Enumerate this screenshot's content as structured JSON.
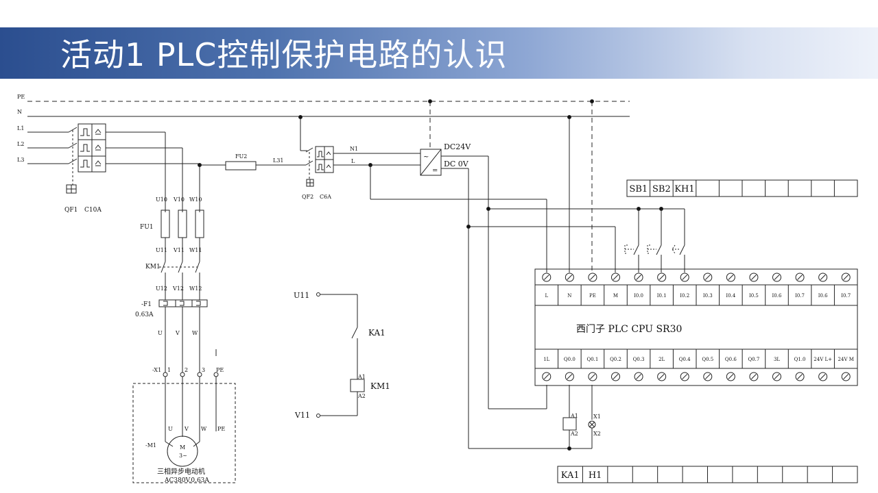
{
  "title": "活动1 PLC控制保护电路的认识",
  "lines": {
    "pe": "PE",
    "n": "N",
    "l1": "L1",
    "l2": "L2",
    "l3": "L3"
  },
  "qf1": {
    "name": "QF1",
    "rating": "C10A"
  },
  "fu1": "FU1",
  "fu2": "FU2",
  "l31": "L31",
  "km1": "KM1",
  "f1": {
    "name": "-F1",
    "rating": "0.63A"
  },
  "terms_u10": [
    "U10",
    "V10",
    "W10"
  ],
  "terms_u11": [
    "U11",
    "V11",
    "W11"
  ],
  "terms_u12": [
    "U12",
    "V12",
    "W12"
  ],
  "terms_uvw": [
    "U",
    "V",
    "W"
  ],
  "x1": "-X1",
  "x1_nums": [
    "1",
    "2",
    "3"
  ],
  "pe_label": "PE",
  "motor": {
    "name": "-M1",
    "symbol": "M",
    "phase": "3~",
    "desc": "三相异步电动机",
    "spec": "AC380V,0.63A"
  },
  "qf2": {
    "name": "QF2",
    "rating": "C6A",
    "n1": "N1",
    "l": "L"
  },
  "psu": {
    "dc24": "DC24V",
    "dc0": "DC 0V"
  },
  "coil_circuit": {
    "top": "U11",
    "bottom": "V11",
    "contact": "KA1",
    "coil": "KM1",
    "a1": "A1",
    "a2": "A2"
  },
  "input_table": [
    "SB1",
    "SB2",
    "KH1",
    "",
    "",
    "",
    "",
    "",
    "",
    ""
  ],
  "output_table": [
    "KA1",
    "H1",
    "",
    "",
    "",
    "",
    "",
    "",
    "",
    "",
    "",
    ""
  ],
  "plc": {
    "name": "西门子 PLC CPU SR30",
    "top_labels": [
      "L",
      "N",
      "PE",
      "M",
      "I0.0",
      "I0.1",
      "I0.2",
      "I0.3",
      "I0.4",
      "I0.5",
      "I0.6",
      "I0.7",
      "I0.6",
      "I0.7"
    ],
    "bottom_labels": [
      "1L",
      "Q0.0",
      "Q0.1",
      "Q0.2",
      "Q0.3",
      "2L",
      "Q0.4",
      "Q0.5",
      "Q0.6",
      "Q0.7",
      "3L",
      "Q1.0",
      "24V L+",
      "24V M"
    ]
  },
  "ka1_out": {
    "a1": "A1",
    "a2": "A2",
    "x1": "X1",
    "x2": "X2"
  }
}
